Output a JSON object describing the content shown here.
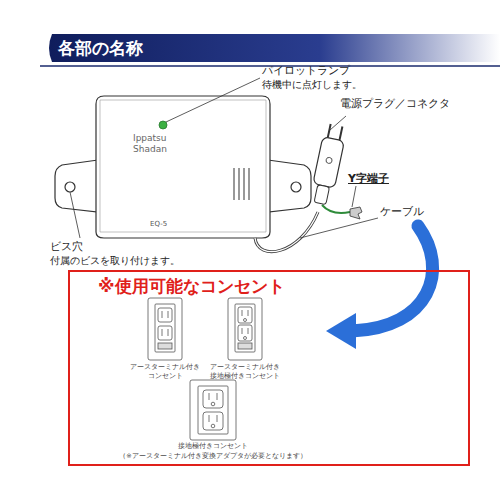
{
  "diagram": {
    "title": "各部の名称",
    "nodes": [
      {
        "text": [
          "※使用可能なコンセント"
        ]
      }
    ],
    "labels": [
      "パイロットランプ",
      "待機中に点灯します。",
      "電源プラグ／コネクタ",
      "Y字端子",
      "ケーブル",
      "ビス穴",
      "付属のビスを取り付けます。",
      "Ippatsu Shadan",
      "EQ-5",
      "アースターミナル付き コンセント",
      "アースターミナル付き 接地極付きコンセント",
      "接地極付きコンセント",
      "（※アースターミナル付き変換アダプタが必要となります）"
    ]
  }
}
